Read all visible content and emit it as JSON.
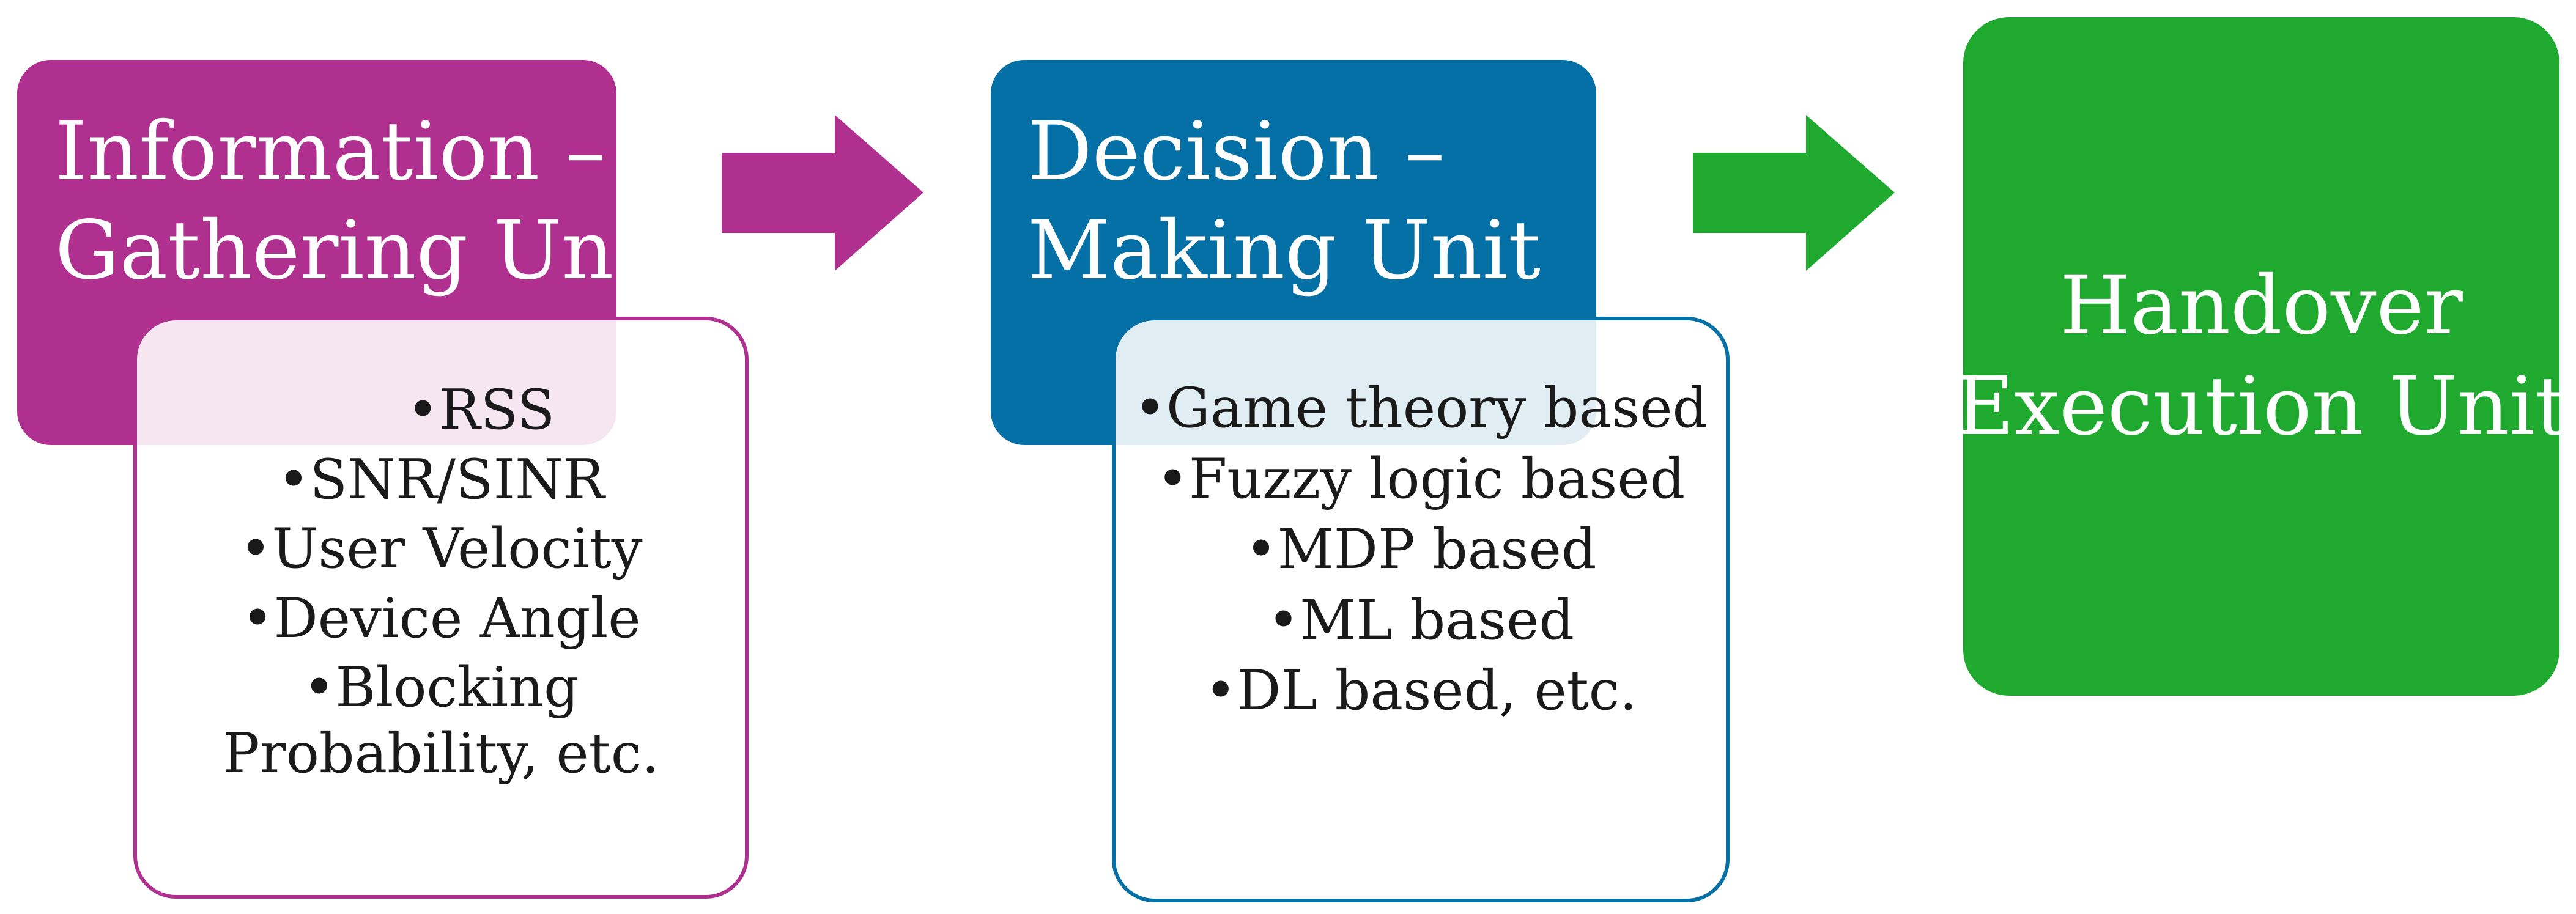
{
  "units": [
    {
      "title_lines": [
        "Information –",
        "Gathering Unit"
      ],
      "color": "#B0308F",
      "items": [
        "•RSS",
        "•SNR/SINR",
        "•User Velocity",
        "•Device Angle",
        "•Blocking",
        "Probability, etc."
      ]
    },
    {
      "title_lines": [
        "Decision –",
        "Making Unit"
      ],
      "color": "#0470A6",
      "items": [
        "•Game theory based",
        "•Fuzzy logic based",
        "•MDP based",
        "•ML based",
        "•DL based, etc."
      ]
    },
    {
      "title_lines": [
        "Handover",
        "Execution Unit"
      ],
      "color": "#1FAA2F"
    }
  ],
  "arrows": [
    {
      "color": "#B0308F"
    },
    {
      "color": "#1FAA2F"
    }
  ]
}
